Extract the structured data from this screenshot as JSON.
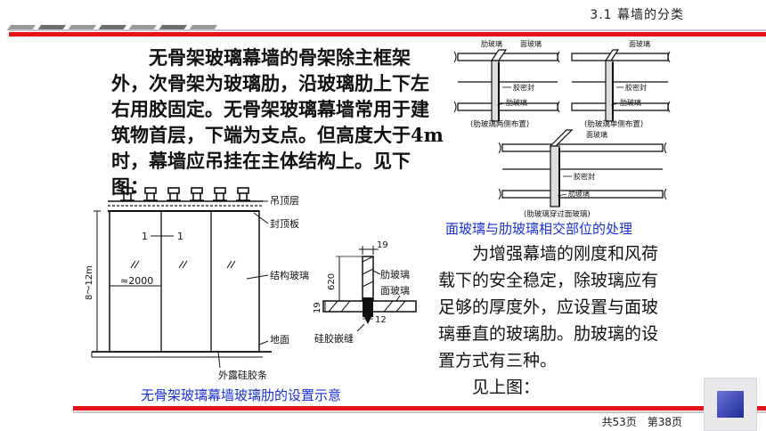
{
  "header": {
    "chapter_title": "3.1  幕墙的分类"
  },
  "paragraphs": {
    "intro": "无骨架玻璃幕墙的骨架除主框架外，次骨架为玻璃肋，沿玻璃肋上下左右用胶固定。无骨架玻璃幕墙常用于建筑物首层，下端为支点。但高度大于4m时，幕墙应吊挂在主体结构上。见下图：",
    "ribs": "为增强幕墙的刚度和风荷载下的安全稳定，除玻璃应有足够的厚度外，应设置与面玻璃垂直的玻璃肋。肋玻璃的设置方式有三种。",
    "see_above": "见上图："
  },
  "figure_left": {
    "caption": "无骨架玻璃幕墙玻璃肋的设置示意",
    "labels": {
      "hanging_layer": "吊顶层",
      "ceiling_board": "封顶板",
      "structural_glass": "结构玻璃",
      "ground": "地面",
      "exposed_sealant": "外露硅胶条",
      "height": "8～12m",
      "width": "≈2000",
      "section_mark_a": "1",
      "section_mark_b": "1"
    }
  },
  "figure_detail": {
    "labels": {
      "dim_19_top": "19",
      "dim_620": "620",
      "dim_19_side": "19",
      "dim_12": "12",
      "rib_glass": "肋玻璃",
      "face_glass": "面玻璃",
      "silicone_joint": "硅胶嵌缝"
    }
  },
  "figure_right": {
    "caption": "面玻璃与肋玻璃相交部位的处理",
    "labels": {
      "rib_glass_1": "肋玻璃",
      "face_glass_1": "面玻璃",
      "sealant_1": "胶密封",
      "rib_glass_1b": "肋玻璃",
      "sub_caption_1": "(肋玻璃两侧布置)",
      "face_glass_2": "面玻璃",
      "sealant_2": "胶密封",
      "rib_glass_2": "肋玻璃",
      "sub_caption_2": "(肋玻璃单侧布置)",
      "face_glass_3": "面玻璃",
      "sealant_3": "胶密封",
      "rib_glass_3": "肋玻璃",
      "sub_caption_3": "(肋玻璃穿过面玻璃)"
    }
  },
  "footer": {
    "total_pages": "共53页",
    "current_page": "第38页"
  }
}
